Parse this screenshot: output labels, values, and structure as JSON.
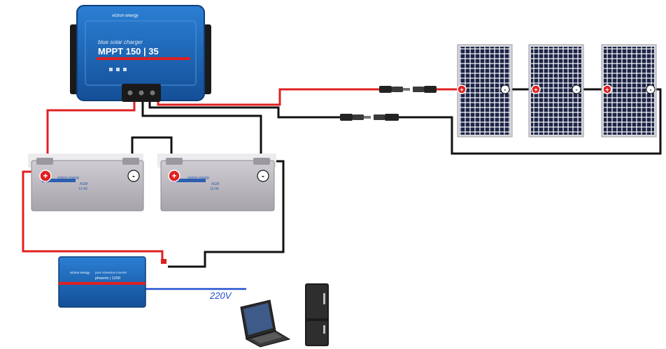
{
  "colors": {
    "wire_positive": "#e02020",
    "wire_negative": "#111111",
    "wire_ac": "#1f4fd0",
    "victron_blue": "#1b64b8",
    "battery_grey": "#b9b5bd",
    "panel_cell": "#1d2447"
  },
  "charger": {
    "brand": "victron energy",
    "subtitle": "blue solar charger",
    "model": "MPPT 150 | 35"
  },
  "batteries": [
    {
      "brand": "victron energy",
      "model_line1": "AGM",
      "model_line2": "12-90",
      "pos": "+",
      "neg": "-"
    },
    {
      "brand": "victron energy",
      "model_line1": "AGM",
      "model_line2": "12-90",
      "pos": "+",
      "neg": "-"
    }
  ],
  "inverter": {
    "brand": "victron energy",
    "subtitle": "pure sinewave inverter",
    "model": "phoenix | 1200"
  },
  "panels": [
    {
      "pos": "+",
      "neg": "-"
    },
    {
      "pos": "+",
      "neg": "-"
    },
    {
      "pos": "+",
      "neg": "-"
    }
  ],
  "ac_output": {
    "voltage": "220V"
  },
  "icons": [
    "laptop-icon",
    "refrigerator-icon",
    "mc4-connector-icon"
  ]
}
